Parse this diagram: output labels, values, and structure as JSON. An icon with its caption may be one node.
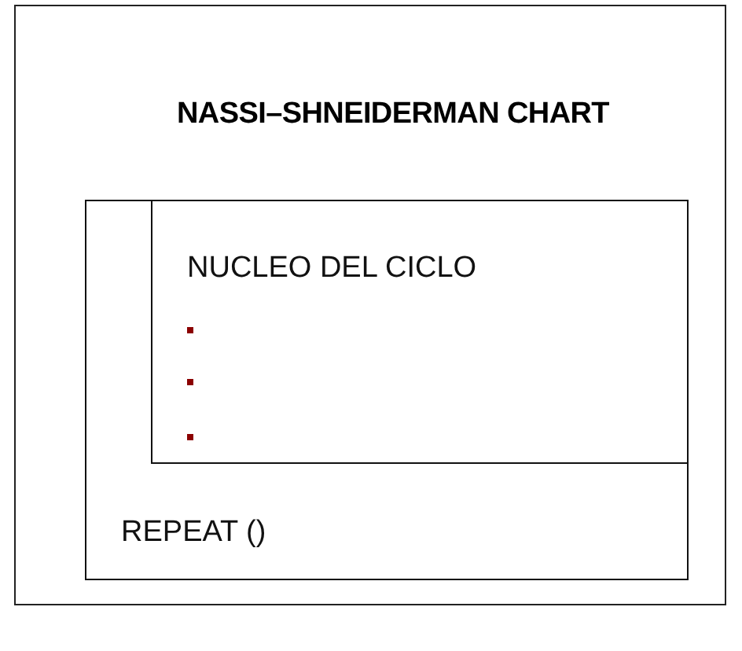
{
  "diagram": {
    "title": "NASSI–SHNEIDERMAN CHART",
    "nodes": [
      {
        "text": [
          "REPEAT ()"
        ]
      },
      {
        "text": [
          "NUCLEO DEL CICLO"
        ],
        "in": 0
      }
    ]
  }
}
